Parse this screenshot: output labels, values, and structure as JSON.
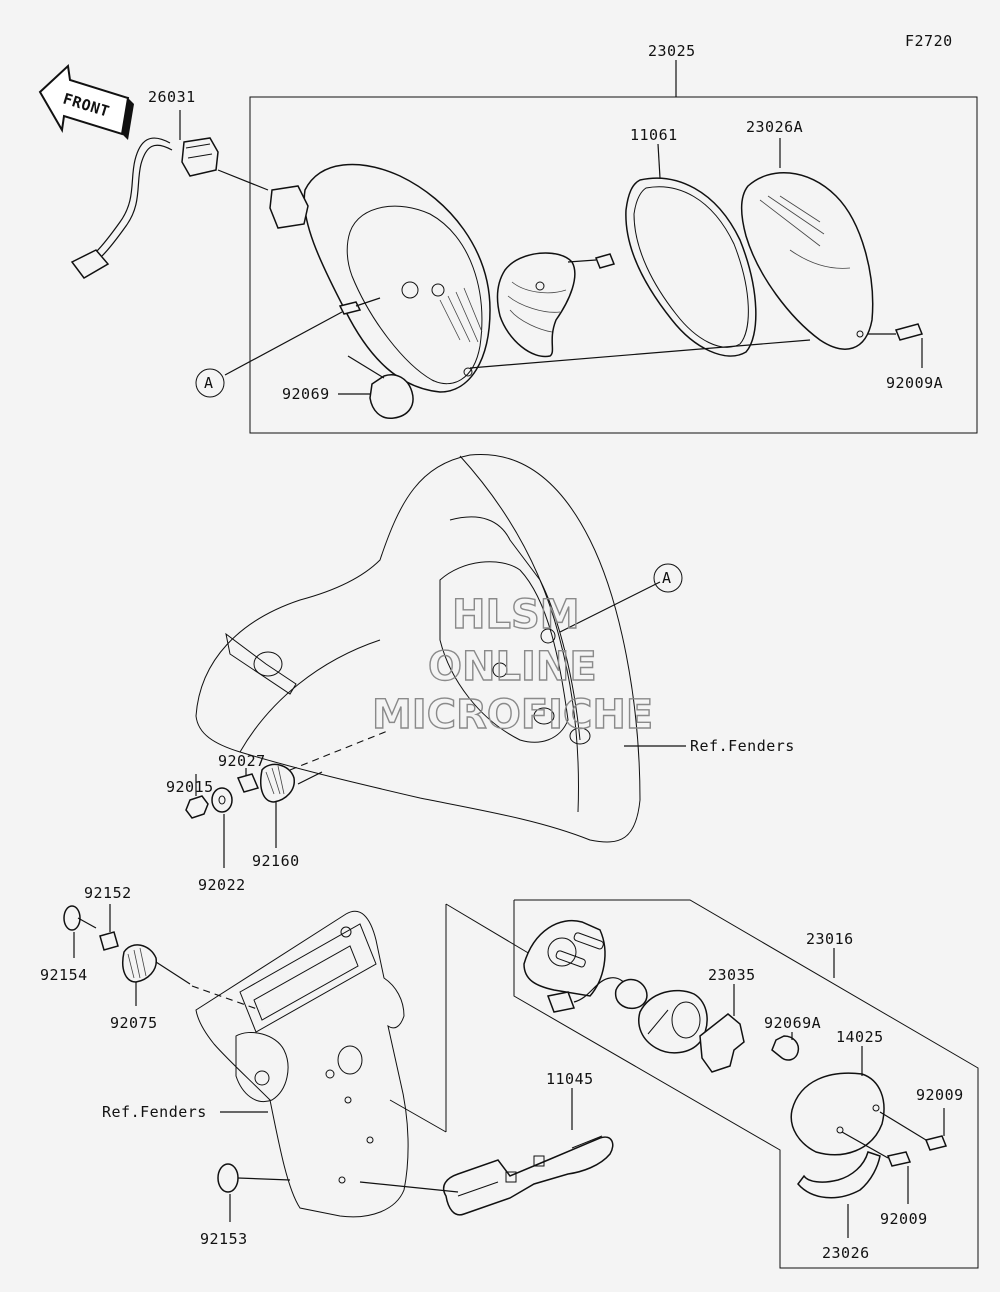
{
  "figure_code": "F2720",
  "front_label": "FRONT",
  "watermark": {
    "line1": "HLSM",
    "line2": "ONLINE",
    "line3": "MICROFICHE"
  },
  "callout_letter": "A",
  "parts": {
    "p23025": "23025",
    "p26031": "26031",
    "p11061": "11061",
    "p23026A": "23026A",
    "p92009A": "92009A",
    "p92069": "92069",
    "p92027": "92027",
    "p92015": "92015",
    "p92022": "92022",
    "p92160": "92160",
    "p92152": "92152",
    "p92154": "92154",
    "p92075": "92075",
    "p23016": "23016",
    "p23035": "23035",
    "p92069A": "92069A",
    "p14025": "14025",
    "p92009_1": "92009",
    "p92009_2": "92009",
    "p11045": "11045",
    "p23026": "23026",
    "p92153": "92153"
  },
  "references": {
    "ref_fenders_1": "Ref.Fenders",
    "ref_fenders_2": "Ref.Fenders"
  }
}
